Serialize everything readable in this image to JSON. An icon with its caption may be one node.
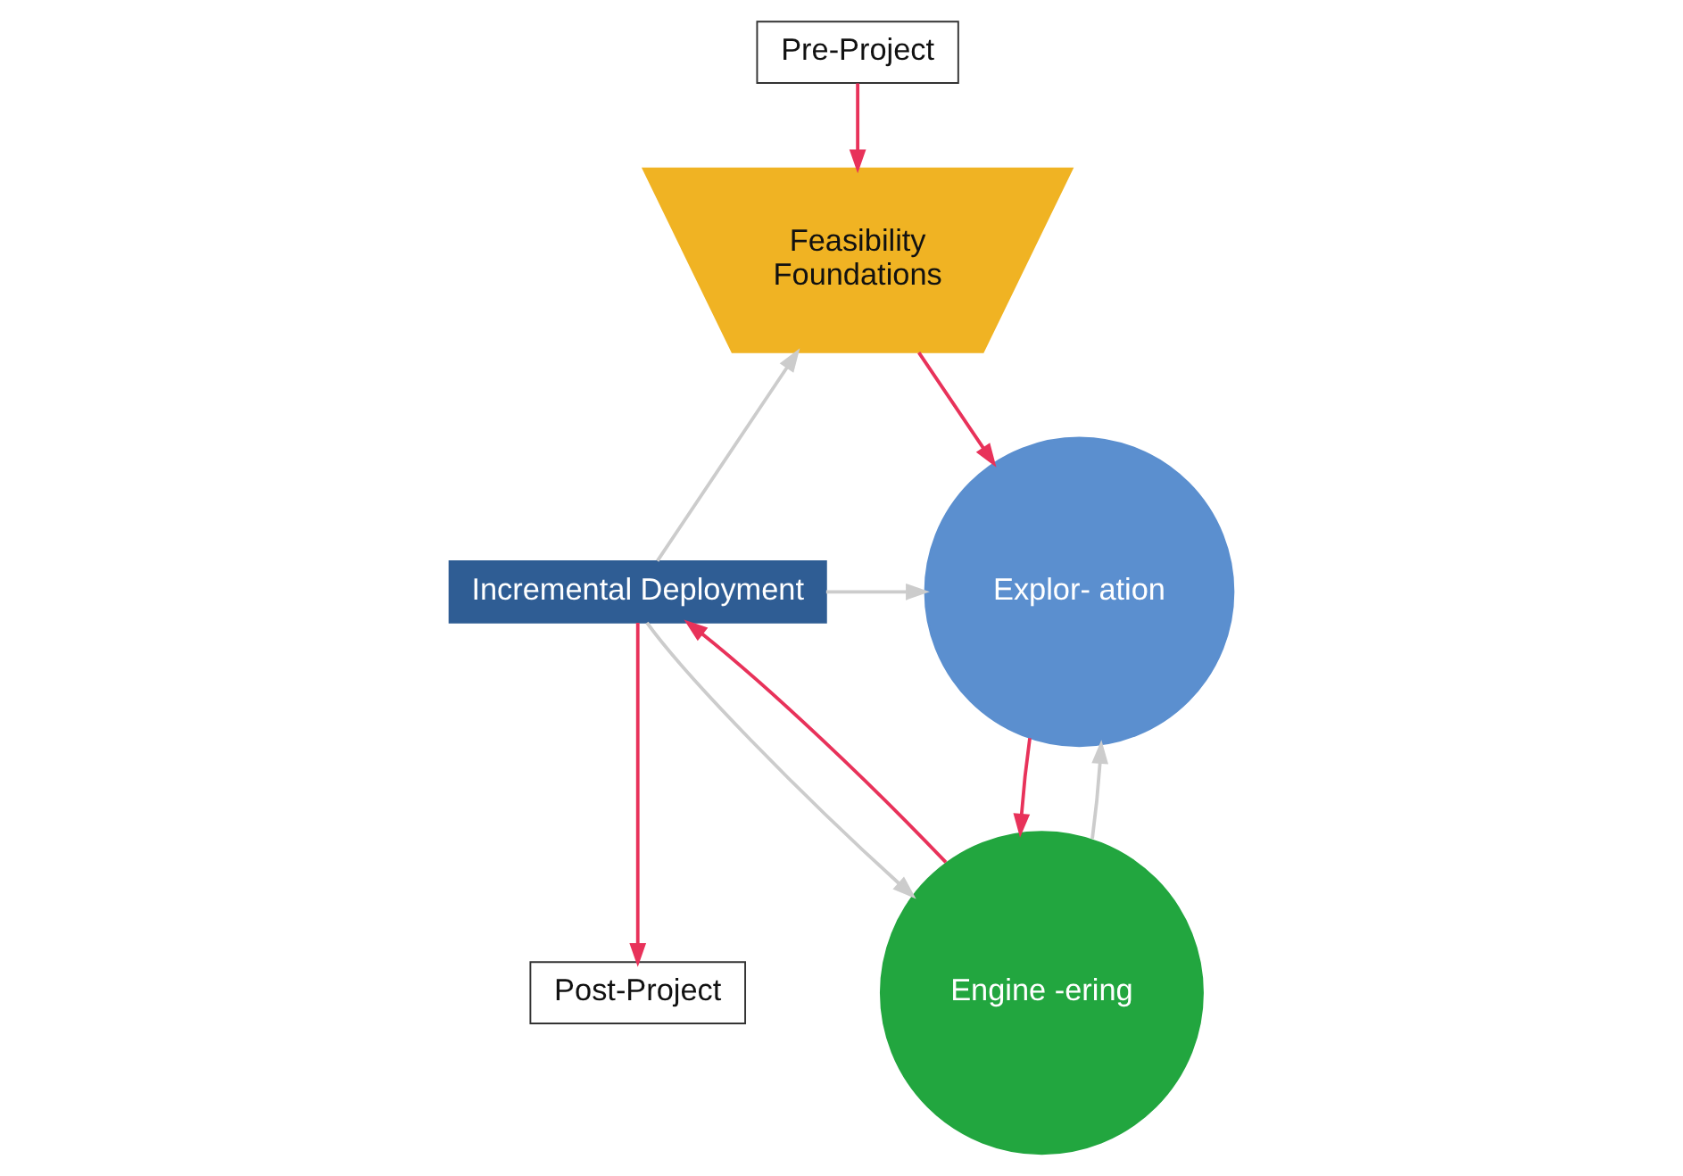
{
  "diagram": {
    "nodes": [
      {
        "text": [
          "Pre-Project"
        ]
      },
      {
        "text": [
          "Feasibility",
          "Foundations"
        ]
      },
      {
        "text": [
          "Explor- ation"
        ]
      },
      {
        "text": [
          "Engine -ering"
        ]
      },
      {
        "text": [
          "Incremental Deployment"
        ]
      },
      {
        "text": [
          "Post-Project"
        ]
      }
    ],
    "edges": [
      {
        "from": 0,
        "to": 1,
        "arrow": "to"
      },
      {
        "from": 1,
        "to": 2,
        "arrow": "to"
      },
      {
        "from": 2,
        "to": 3,
        "arrow": "to"
      },
      {
        "from": 3,
        "to": 2,
        "arrow": "to",
        "color": "#cccccc"
      },
      {
        "from": 3,
        "to": 4,
        "arrow": "to"
      },
      {
        "from": 4,
        "to": 3,
        "arrow": "to",
        "color": "#cccccc"
      },
      {
        "from": 4,
        "to": 2,
        "arrow": "to",
        "color": "#cccccc"
      },
      {
        "from": 4,
        "to": 1,
        "arrow": "to",
        "color": "#cccccc"
      },
      {
        "from": 4,
        "to": 5,
        "arrow": "to"
      }
    ]
  }
}
